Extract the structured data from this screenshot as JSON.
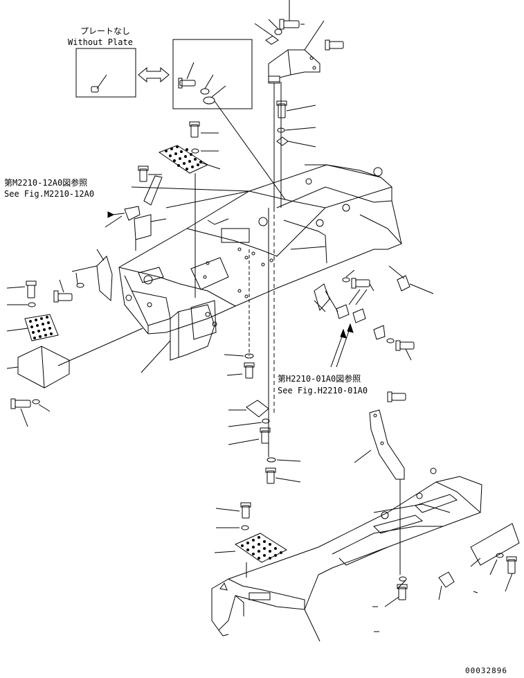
{
  "inset": {
    "no_plate_jp": "プレートなし",
    "no_plate_en": "Without Plate"
  },
  "references": [
    {
      "jp": "第M2210-12A0図参照",
      "en": "See Fig.M2210-12A0"
    },
    {
      "jp": "第H2210-01A0図参照",
      "en": "See Fig.H2210-01A0"
    }
  ],
  "drawing_number": "00032896"
}
